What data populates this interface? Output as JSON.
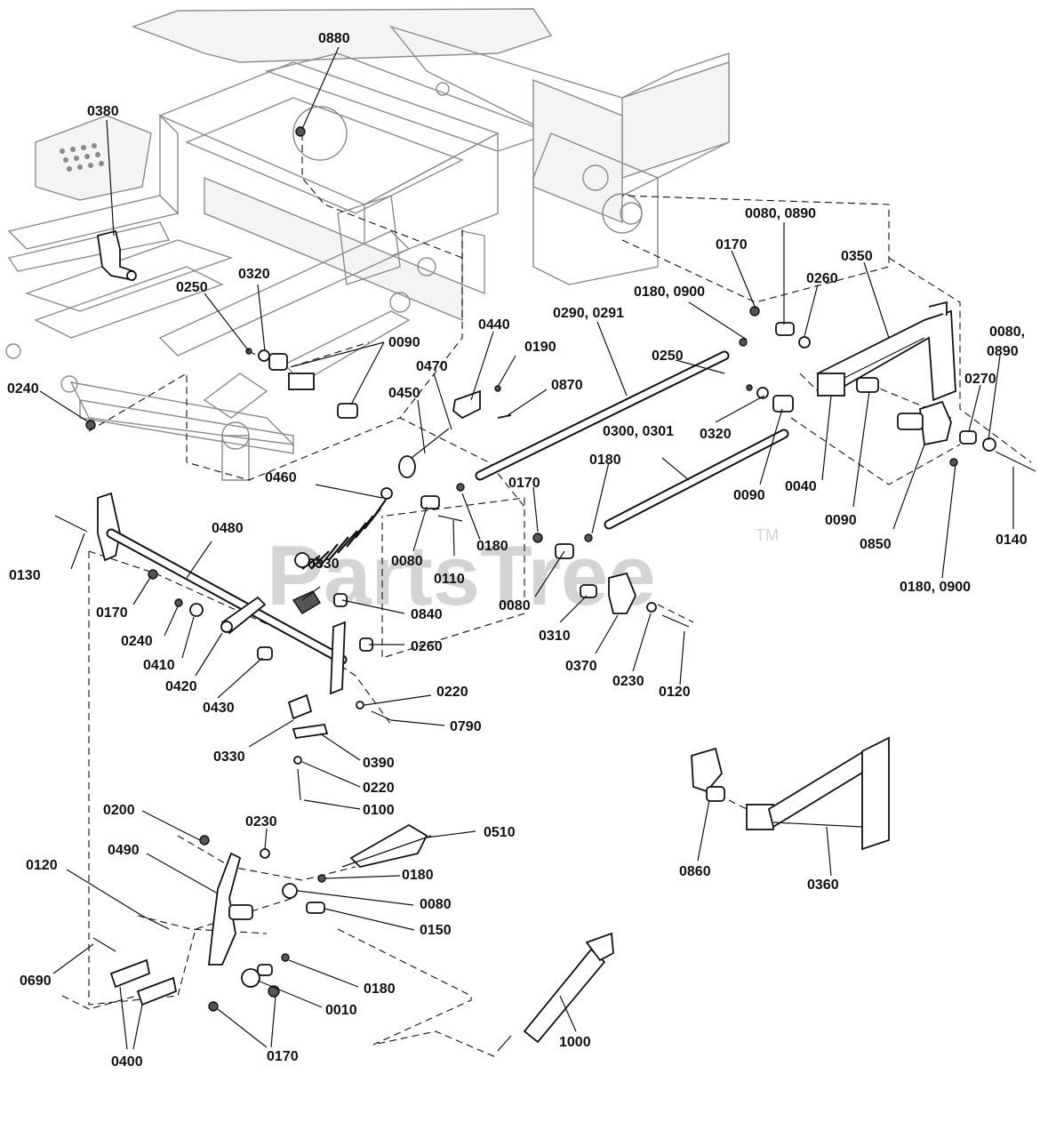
{
  "watermark": {
    "text": "PartsTree",
    "tm": "TM"
  },
  "callouts": [
    {
      "id": "0880",
      "text": "0880"
    },
    {
      "id": "0380",
      "text": "0380"
    },
    {
      "id": "0250a",
      "text": "0250"
    },
    {
      "id": "0320a",
      "text": "0320"
    },
    {
      "id": "0090a",
      "text": "0090"
    },
    {
      "id": "0240a",
      "text": "0240"
    },
    {
      "id": "0440",
      "text": "0440"
    },
    {
      "id": "0190",
      "text": "0190"
    },
    {
      "id": "0470",
      "text": "0470"
    },
    {
      "id": "0870",
      "text": "0870"
    },
    {
      "id": "0450",
      "text": "0450"
    },
    {
      "id": "0290",
      "text": "0290, 0291"
    },
    {
      "id": "0250b",
      "text": "0250"
    },
    {
      "id": "0180-0900a",
      "text": "0180, 0900"
    },
    {
      "id": "0170a",
      "text": "0170"
    },
    {
      "id": "0080-0890a",
      "text": "0080, 0890"
    },
    {
      "id": "0260a",
      "text": "0260"
    },
    {
      "id": "0350",
      "text": "0350"
    },
    {
      "id": "0080-0890b-1",
      "text": "0080,"
    },
    {
      "id": "0080-0890b-2",
      "text": "0890"
    },
    {
      "id": "0270",
      "text": "0270"
    },
    {
      "id": "0320b",
      "text": "0320"
    },
    {
      "id": "0090b",
      "text": "0090"
    },
    {
      "id": "0040",
      "text": "0040"
    },
    {
      "id": "0300",
      "text": "0300, 0301"
    },
    {
      "id": "0180a",
      "text": "0180"
    },
    {
      "id": "0170b",
      "text": "0170"
    },
    {
      "id": "0460",
      "text": "0460"
    },
    {
      "id": "0080a",
      "text": "0080"
    },
    {
      "id": "0110",
      "text": "0110"
    },
    {
      "id": "0180b",
      "text": "0180"
    },
    {
      "id": "0090c",
      "text": "0090"
    },
    {
      "id": "0850",
      "text": "0850"
    },
    {
      "id": "0140",
      "text": "0140"
    },
    {
      "id": "0180-0900b",
      "text": "0180, 0900"
    },
    {
      "id": "0130",
      "text": "0130"
    },
    {
      "id": "0480",
      "text": "0480"
    },
    {
      "id": "0330a",
      "text": "0330"
    },
    {
      "id": "0170c",
      "text": "0170"
    },
    {
      "id": "0840",
      "text": "0840"
    },
    {
      "id": "0080b",
      "text": "0080"
    },
    {
      "id": "0240b",
      "text": "0240"
    },
    {
      "id": "0410",
      "text": "0410"
    },
    {
      "id": "0420",
      "text": "0420"
    },
    {
      "id": "0430",
      "text": "0430"
    },
    {
      "id": "0260b",
      "text": "0260"
    },
    {
      "id": "0310",
      "text": "0310"
    },
    {
      "id": "0370",
      "text": "0370"
    },
    {
      "id": "0230a",
      "text": "0230"
    },
    {
      "id": "0120a",
      "text": "0120"
    },
    {
      "id": "0220a",
      "text": "0220"
    },
    {
      "id": "0790",
      "text": "0790"
    },
    {
      "id": "0330b",
      "text": "0330"
    },
    {
      "id": "0390",
      "text": "0390"
    },
    {
      "id": "0220b",
      "text": "0220"
    },
    {
      "id": "0100",
      "text": "0100"
    },
    {
      "id": "0200",
      "text": "0200"
    },
    {
      "id": "0230b",
      "text": "0230"
    },
    {
      "id": "0510",
      "text": "0510"
    },
    {
      "id": "0490",
      "text": "0490"
    },
    {
      "id": "0180c",
      "text": "0180"
    },
    {
      "id": "0120b",
      "text": "0120"
    },
    {
      "id": "0080c",
      "text": "0080"
    },
    {
      "id": "0150",
      "text": "0150"
    },
    {
      "id": "0690",
      "text": "0690"
    },
    {
      "id": "0180d",
      "text": "0180"
    },
    {
      "id": "0010",
      "text": "0010"
    },
    {
      "id": "0400",
      "text": "0400"
    },
    {
      "id": "0170d",
      "text": "0170"
    },
    {
      "id": "1000",
      "text": "1000"
    },
    {
      "id": "0860",
      "text": "0860"
    },
    {
      "id": "0360",
      "text": "0360"
    }
  ]
}
